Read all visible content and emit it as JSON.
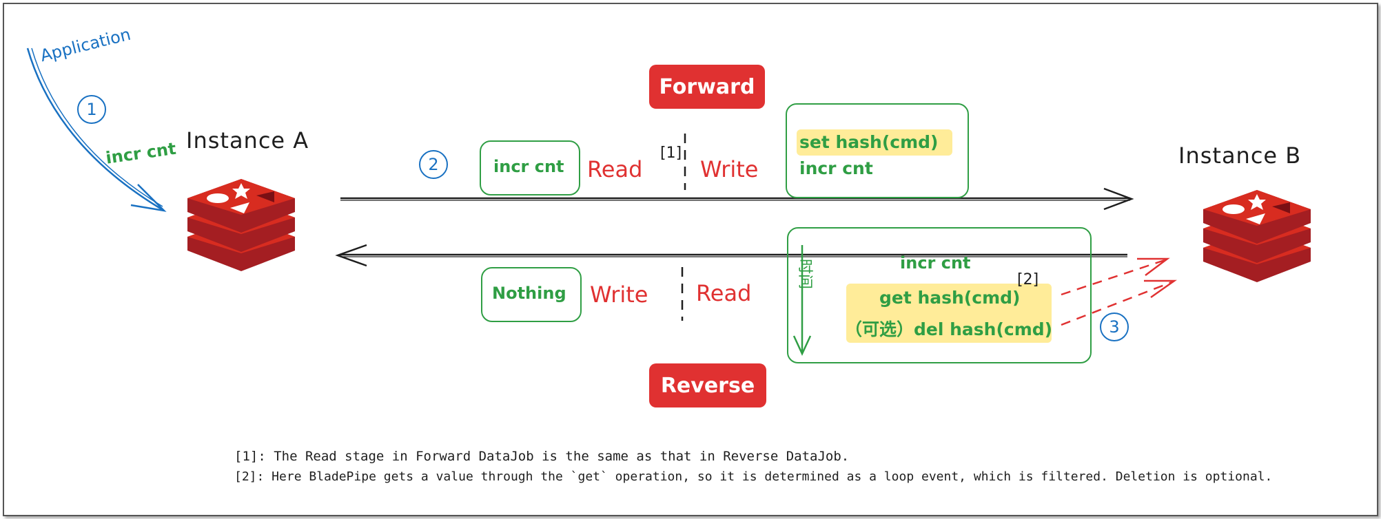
{
  "instances": {
    "a": "Instance A",
    "b": "Instance B"
  },
  "application": {
    "label": "Application",
    "command": "incr cnt"
  },
  "steps": {
    "one": "1",
    "two": "2",
    "three": "3"
  },
  "forward": {
    "badge": "Forward",
    "read_box": "incr cnt",
    "read_label": "Read",
    "write_label": "Write",
    "marker": "[1]",
    "write_lines": [
      "set hash(cmd)",
      "incr cnt"
    ]
  },
  "reverse": {
    "badge": "Reverse",
    "write_box": "Nothing",
    "write_label": "Write",
    "read_label": "Read",
    "timeline_label": "时间",
    "read_lines": [
      "incr cnt",
      "get hash(cmd)",
      "（可选）del hash(cmd)"
    ],
    "marker": "[2]"
  },
  "notes": [
    "[1]:  The Read stage in Forward DataJob is the same as that in Reverse DataJob.",
    "[2]: Here BladePipe gets a value through the `get` operation, so it is determined as a loop event, which is filtered. Deletion is optional."
  ],
  "colors": {
    "red": "#e03131",
    "green": "#2f9e44",
    "blue": "#1971c2",
    "highlight": "#ffec99",
    "redis_dark": "#a41e22",
    "redis_mid": "#d82c20"
  }
}
